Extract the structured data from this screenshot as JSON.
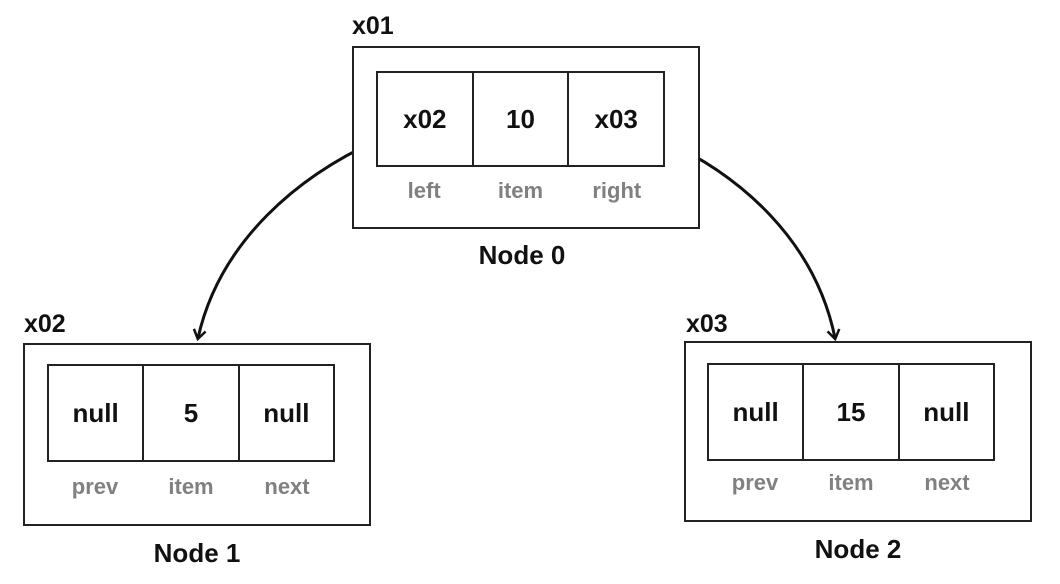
{
  "nodes": [
    {
      "address": "x01",
      "title": "Node 0",
      "cells": [
        "x02",
        "10",
        "x03"
      ],
      "labels": [
        "left",
        "item",
        "right"
      ]
    },
    {
      "address": "x02",
      "title": "Node 1",
      "cells": [
        "null",
        "5",
        "null"
      ],
      "labels": [
        "prev",
        "item",
        "next"
      ]
    },
    {
      "address": "x03",
      "title": "Node 2",
      "cells": [
        "null",
        "15",
        "null"
      ],
      "labels": [
        "prev",
        "item",
        "next"
      ]
    }
  ],
  "edges": [
    {
      "from": "x01",
      "to": "x02"
    },
    {
      "from": "x01",
      "to": "x03"
    }
  ]
}
